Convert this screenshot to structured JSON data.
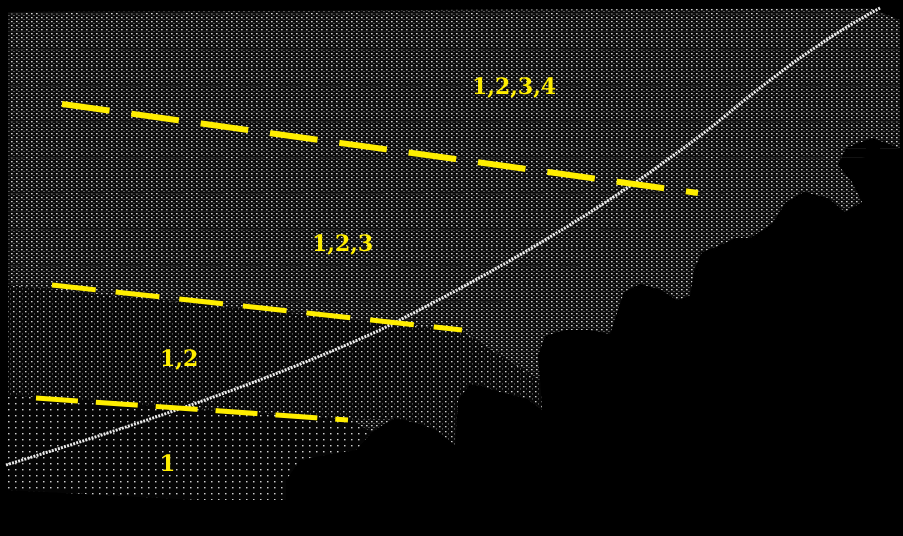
{
  "image": {
    "subject": "lidar-point-cloud-scan-overlap",
    "background_color": "#000000",
    "point_color": "#d6d6d6",
    "trajectory_color": "#f2f2f2"
  },
  "overlay": {
    "line_color": "#ffee00",
    "label_color": "#ffee00",
    "labels": {
      "zone_1": "1",
      "zone_12": "1,2",
      "zone_123": "1,2,3",
      "zone_1234": "1,2,3,4"
    }
  }
}
